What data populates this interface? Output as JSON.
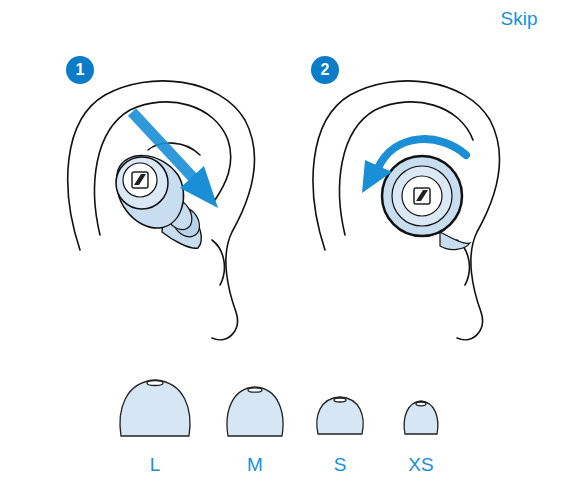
{
  "diagram": {
    "nodes": [
      {
        "text": [
          "1"
        ]
      },
      {
        "text": [
          "2"
        ]
      }
    ],
    "labels": [
      "Skip",
      "L",
      "M",
      "S",
      "XS"
    ]
  }
}
